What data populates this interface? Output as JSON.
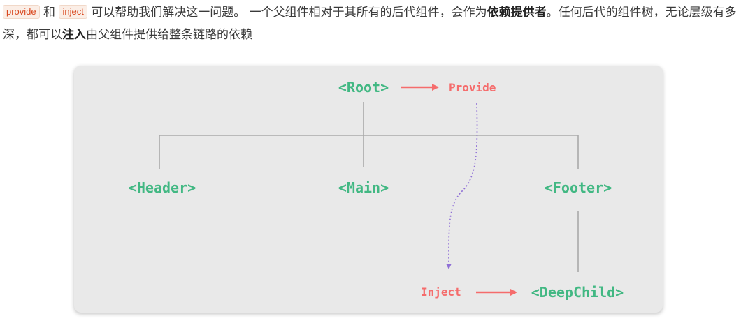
{
  "intro": {
    "code1": "provide",
    "sep": "和",
    "code2": "inject",
    "text1": "可以帮助我们解决这一问题。 一个父组件相对于其所有的后代组件，会作为",
    "bold1": "依赖提供者",
    "text2": "。任何后代的组件树，无论层级有多深，都可以",
    "bold2": "注入",
    "text3": "由父组件提供给整条链路的依赖"
  },
  "diagram": {
    "root_label": "<Root>",
    "provide_label": "Provide",
    "header_label": "<Header>",
    "main_label": "<Main>",
    "footer_label": "<Footer>",
    "inject_label": "Inject",
    "deepchild_label": "<DeepChild>"
  },
  "colors": {
    "node_green": "#42b883",
    "accent_red": "#f56c6c",
    "tree_line": "#aaaaaa",
    "dotted_purple": "#8f6fd6",
    "panel_bg": "#e9e9e9"
  }
}
